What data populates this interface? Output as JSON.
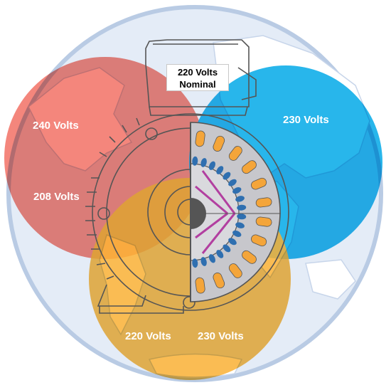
{
  "regions": [
    {
      "id": "red",
      "label": "240 Volts",
      "color": "#f26b5f"
    },
    {
      "id": "red-lower",
      "label": "208 Volts",
      "color": "#f26b5f"
    },
    {
      "id": "blue",
      "label": "230 Volts",
      "color": "#11aee9"
    },
    {
      "id": "yellow-left",
      "label": "220 Volts",
      "color": "#f9b035"
    },
    {
      "id": "yellow-right",
      "label": "230 Volts",
      "color": "#f9b035"
    }
  ],
  "nominal": {
    "line1": "220 Volts",
    "line2": "Nominal"
  },
  "colors": {
    "globe_water": "#e4ecf7",
    "globe_land": "#ffffff",
    "globe_stroke": "#b9cbe4",
    "motor_stroke": "#555555",
    "stator": "#c7c7cc",
    "coil": "#f4a53a",
    "slot": "#2f6fb0",
    "winding": "#b23fa0"
  }
}
